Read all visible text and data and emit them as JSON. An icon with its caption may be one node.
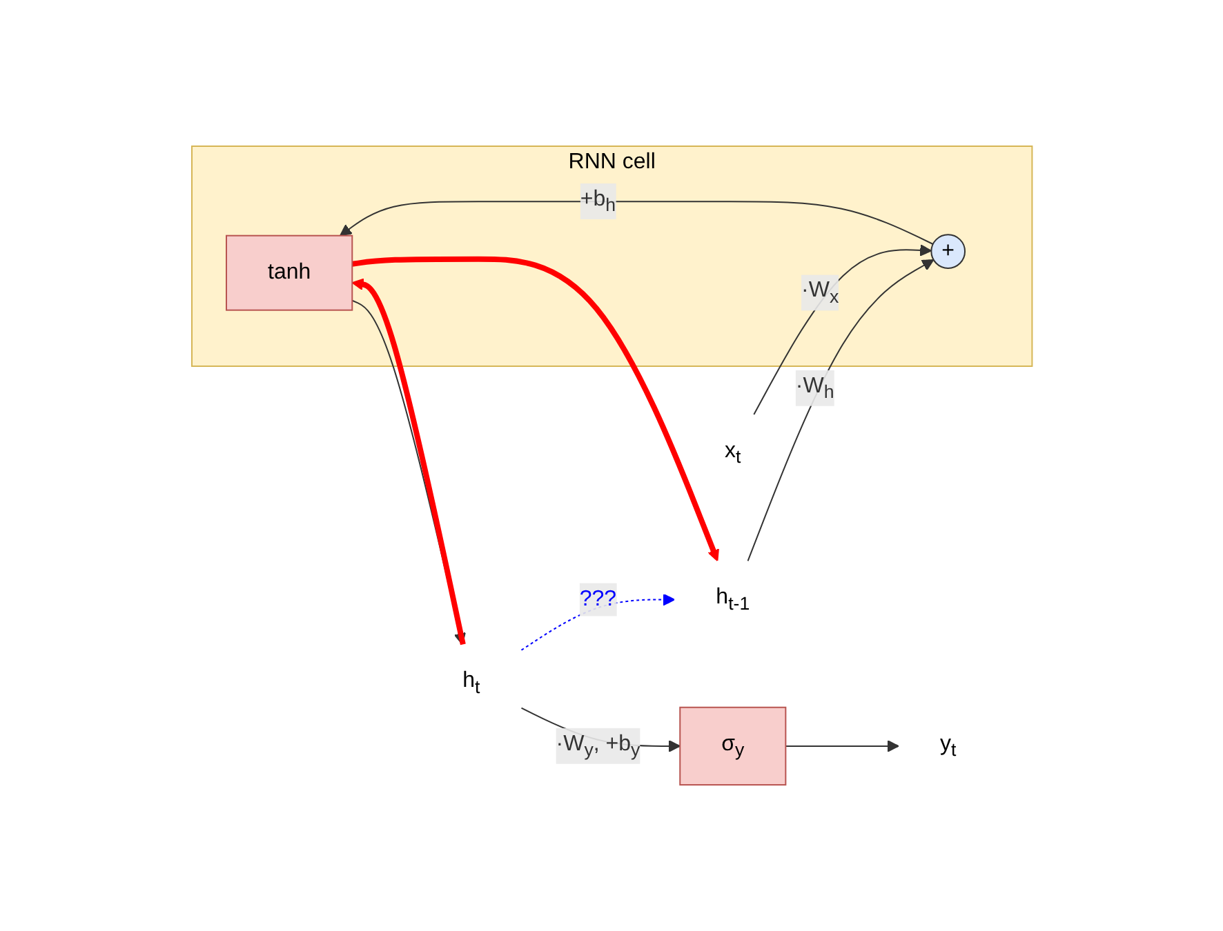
{
  "diagram": {
    "nodes": [
      {
        "text": [
          "RNN cell"
        ]
      },
      {
        "text": [
          "tanh"
        ],
        "in": 0
      },
      {
        "text": [
          "+"
        ],
        "in": 0
      },
      {
        "text": [
          "h$_{t-1}$"
        ]
      },
      {
        "text": [
          "x$_{t}$"
        ]
      },
      {
        "text": [
          "h$_{t}$"
        ]
      },
      {
        "text": [
          "σ$_{y}$"
        ]
      },
      {
        "text": [
          "y$_{t}$"
        ]
      }
    ],
    "edges": [
      {
        "from": 3,
        "to": 2,
        "arrow": "to",
        "label": "·W$_{h}$"
      },
      {
        "from": 4,
        "to": 2,
        "arrow": "to",
        "label": "·W$_{x}$"
      },
      {
        "from": 2,
        "to": 1,
        "arrow": "to",
        "label": "+b$_{h}$"
      },
      {
        "from": 1,
        "to": 5,
        "arrow": "to"
      },
      {
        "from": 5,
        "to": 6,
        "arrow": "to",
        "label": "·W$_{y}$, +b$_{y}$"
      },
      {
        "from": 6,
        "to": 7,
        "arrow": "to"
      },
      {
        "from": 5,
        "to": 1,
        "arrow": "to",
        "style": "thick",
        "color": "#ff0000"
      },
      {
        "from": 1,
        "to": 3,
        "arrow": "to",
        "style": "thick",
        "color": "#ff0000"
      },
      {
        "from": 5,
        "to": 3,
        "arrow": "to",
        "style": "dashed",
        "color": "#0000ff",
        "label": "???"
      }
    ]
  }
}
